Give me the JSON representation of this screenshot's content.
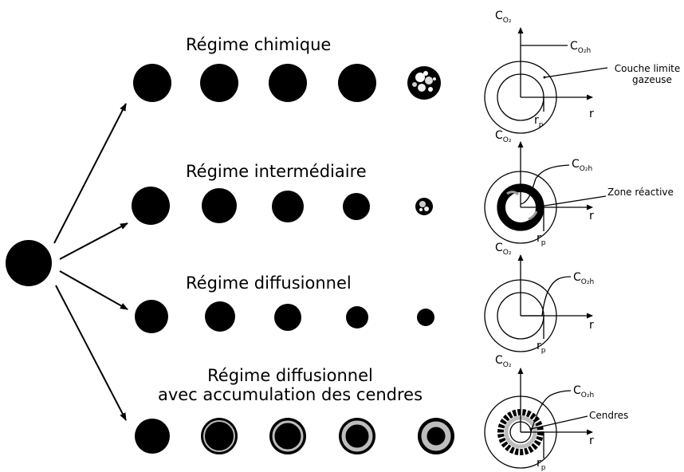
{
  "regimes": [
    {
      "key": "chimique",
      "title_lines": [
        "Régime chimique"
      ],
      "annotation": [
        "Couche limite",
        "gazeuse"
      ],
      "variant": "chemical"
    },
    {
      "key": "intermediaire",
      "title_lines": [
        "Régime intermédiaire"
      ],
      "annotation": [
        "Zone réactive"
      ],
      "variant": "intermediate"
    },
    {
      "key": "diffusionnel",
      "title_lines": [
        "Régime diffusionnel"
      ],
      "annotation": [],
      "variant": "diffusional"
    },
    {
      "key": "cendres",
      "title_lines": [
        "Régime diffusionnel",
        "avec accumulation des cendres"
      ],
      "annotation": [
        "Cendres"
      ],
      "variant": "ash"
    }
  ],
  "axis_labels": {
    "concentration": "C",
    "concentration_sub": "O₂",
    "bulk": "C",
    "bulk_sub": "O₂h",
    "radius": "r",
    "particle_radius": "r",
    "particle_radius_sub": "p"
  },
  "colors": {
    "particle": "#000000",
    "ash": "#bdbdbd",
    "background": "#ffffff"
  }
}
